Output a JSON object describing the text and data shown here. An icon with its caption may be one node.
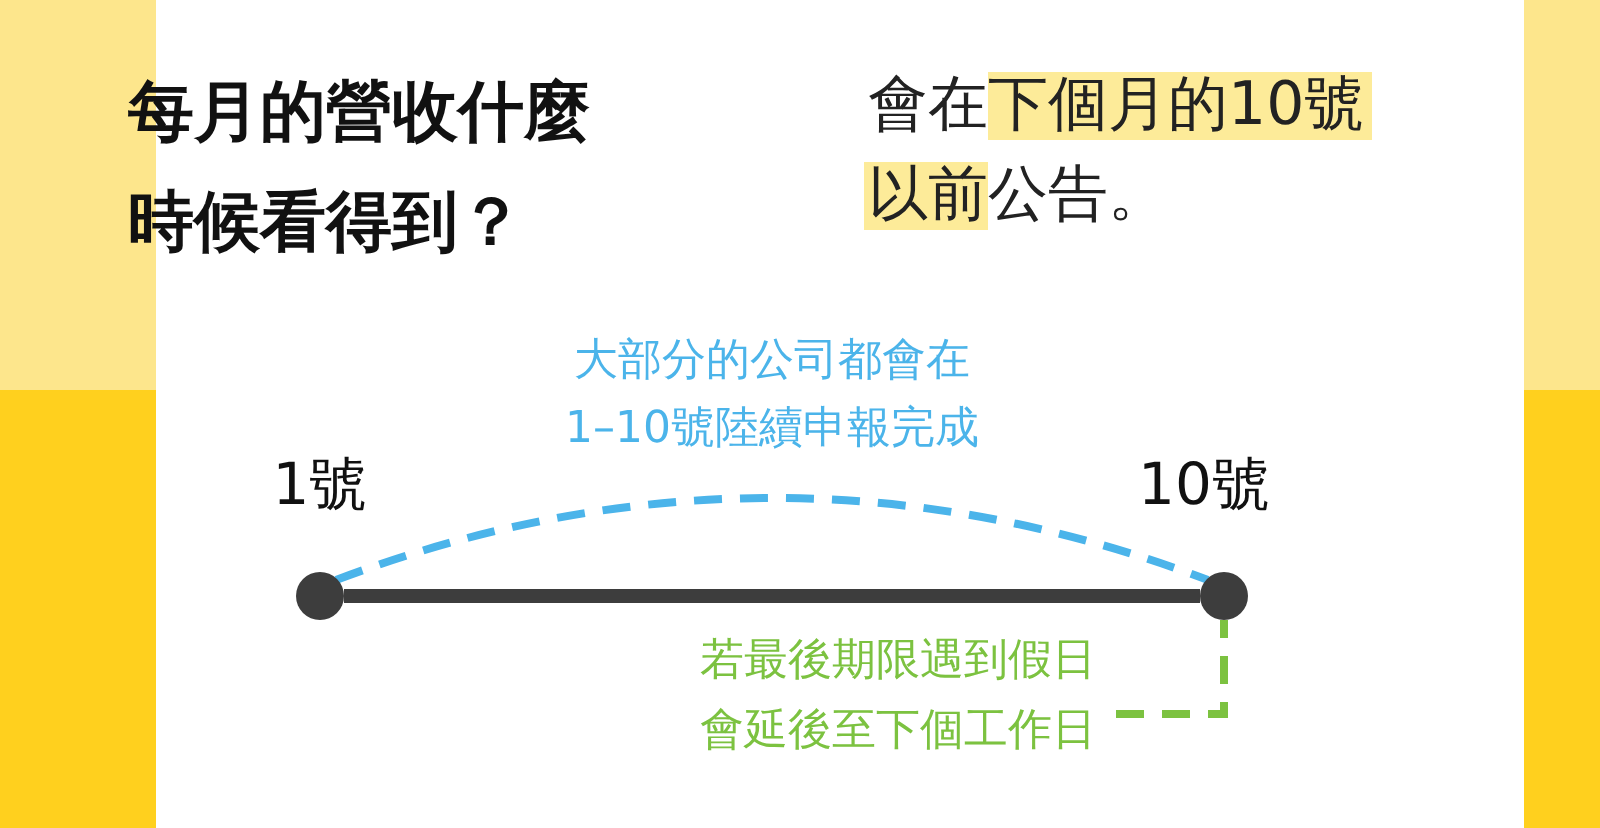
{
  "diagram": {
    "title": "每月的營收什麼時候看得到？",
    "nodes": [
      {
        "text": [],
        "shape": "circle",
        "beside": [
          "1號"
        ]
      },
      {
        "text": [],
        "shape": "circle",
        "beside": [
          "10號"
        ]
      },
      {
        "text": [
          "若最後期限遇到假日會延後至下個工作日"
        ]
      }
    ],
    "edges": [
      {
        "from": 0,
        "to": 1,
        "arrow": "none"
      },
      {
        "from": 0,
        "to": 1,
        "arrow": "none",
        "style": "dashed",
        "color": "#4bb4ea",
        "label": "大部分的公司都會在1–10號陸續申報完成"
      },
      {
        "from": 2,
        "to": 1,
        "arrow": "none",
        "style": "dashed",
        "color": "#7cc240"
      }
    ],
    "labels": [
      "會在下個月的10號以前公告。"
    ]
  }
}
